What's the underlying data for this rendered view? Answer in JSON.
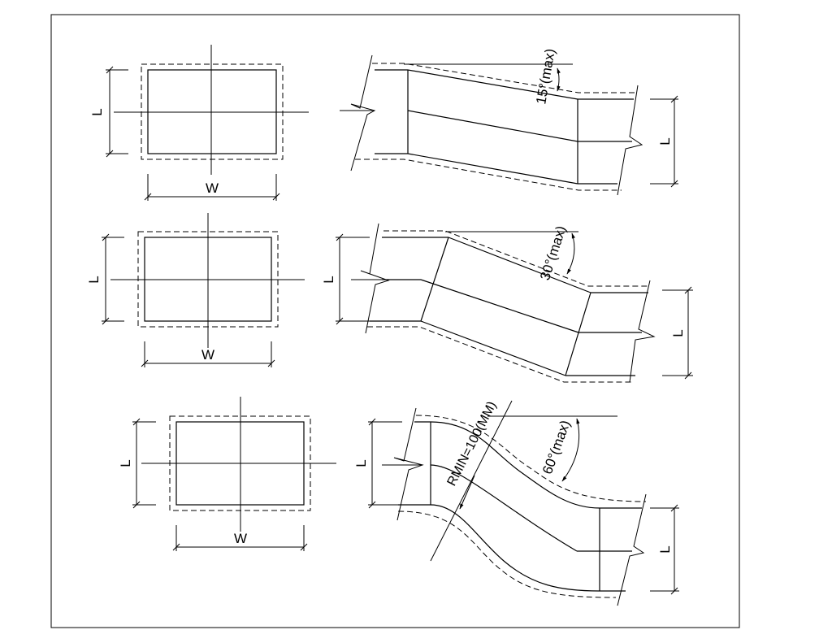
{
  "labels": {
    "length": "L",
    "width": "W",
    "angle_1": "15°(max)",
    "angle_2": "30°(max)",
    "angle_3": "60°(max)",
    "radius": "RMIN=100(MM)"
  }
}
